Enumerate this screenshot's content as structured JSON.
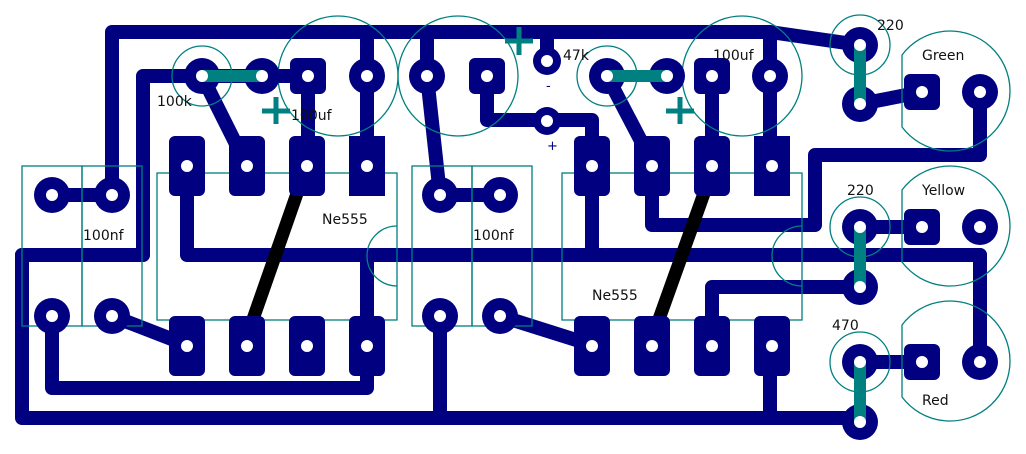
{
  "colors": {
    "copper": "#000080",
    "silkscreen": "#008080",
    "wire": "#000000",
    "background": "#ffffff"
  },
  "labels": {
    "r1": "100k",
    "c1": "100uf",
    "c2": "100nf",
    "ic1": "Ne555",
    "r2": "47k",
    "c3": "100uf",
    "c4": "100nf",
    "ic2": "Ne555",
    "r3": "220",
    "led1": "Green",
    "r4": "220",
    "led2": "Yellow",
    "r5": "470",
    "led3": "Red",
    "pol_minus": "-",
    "pol_plus": "+"
  }
}
